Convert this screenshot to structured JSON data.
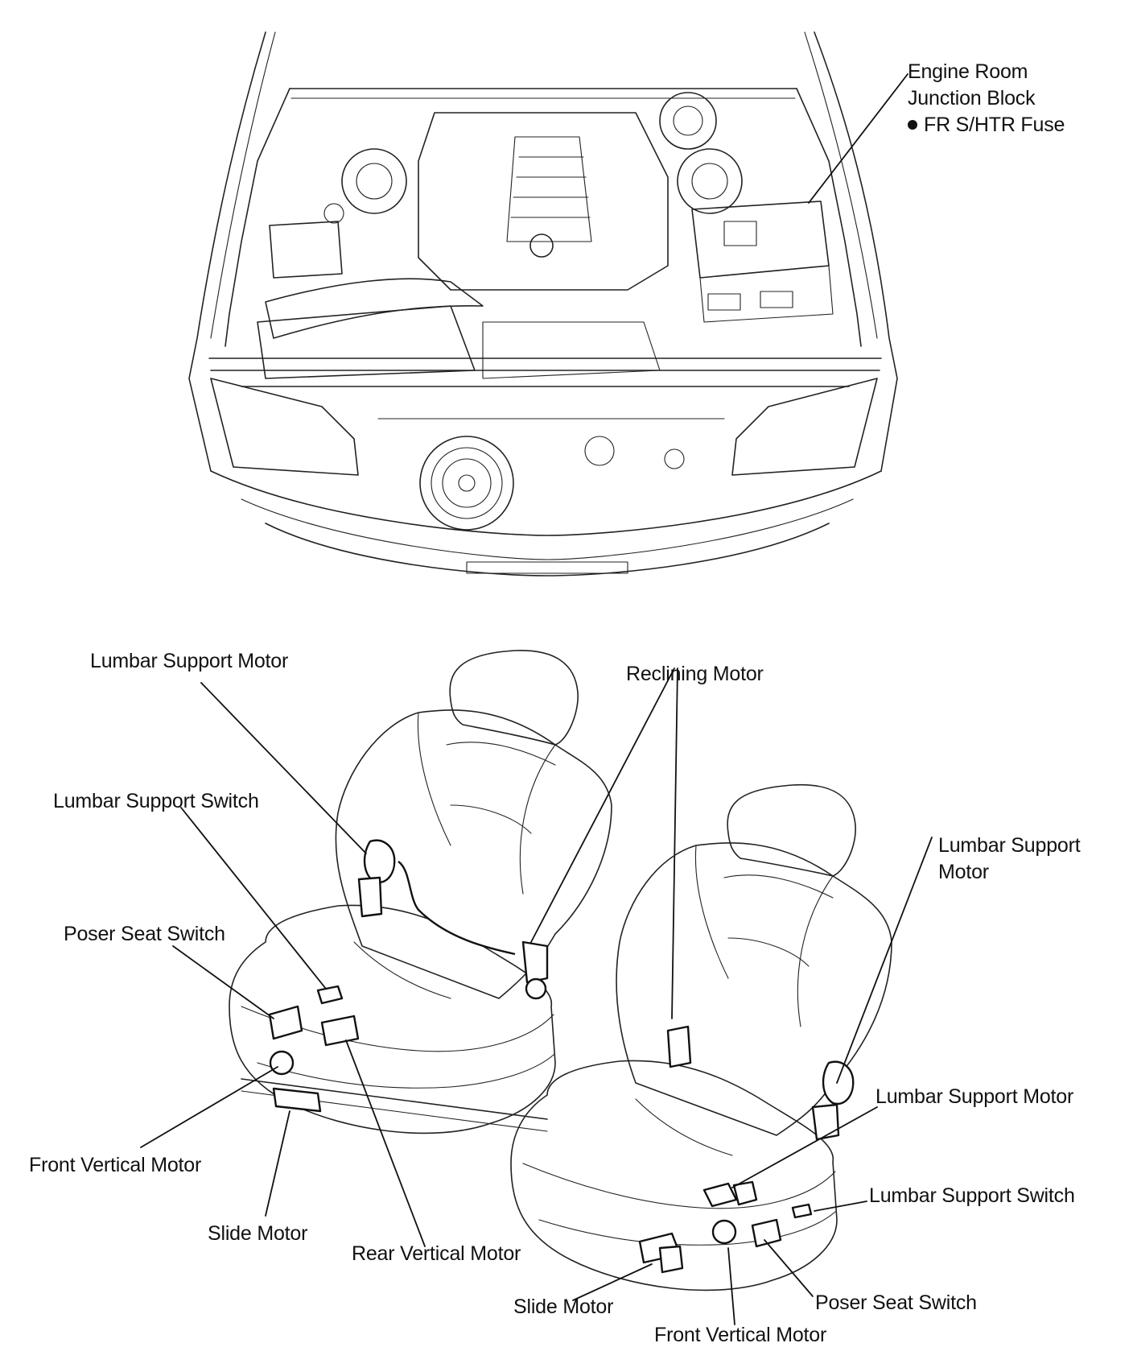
{
  "engine_bay": {
    "junction_block_label_line1": "Engine Room",
    "junction_block_label_line2": "Junction Block",
    "fuse_label": "FR S/HTR Fuse",
    "bullet_symbol": "●"
  },
  "left_seat": {
    "lumbar_support_motor": "Lumbar Support Motor",
    "reclining_motor": "Reclining Motor",
    "lumbar_support_switch": "Lumbar Support Switch",
    "power_seat_switch": "Poser Seat Switch",
    "front_vertical_motor": "Front Vertical Motor",
    "slide_motor": "Slide Motor",
    "rear_vertical_motor": "Rear Vertical Motor"
  },
  "right_seat": {
    "lumbar_support_motor_line1": "Lumbar Support",
    "lumbar_support_motor_line2": "Motor",
    "lumbar_support_motor_lower": "Lumbar Support Motor",
    "lumbar_support_switch": "Lumbar Support Switch",
    "power_seat_switch": "Poser Seat Switch",
    "slide_motor": "Slide Motor",
    "front_vertical_motor": "Front Vertical Motor"
  }
}
